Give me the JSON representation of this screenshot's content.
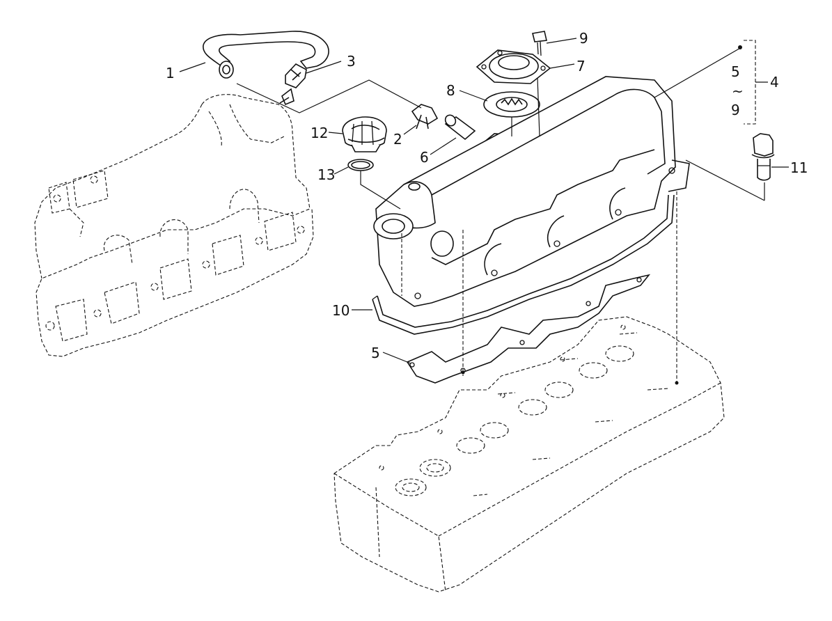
{
  "diagram": {
    "callouts": {
      "c1": "1",
      "c2": "2",
      "c3": "3",
      "c4": "4",
      "c5_group_top": "5",
      "c5_group_tilde": "~",
      "c9_group_bottom": "9",
      "c5": "5",
      "c6": "6",
      "c7": "7",
      "c8": "8",
      "c9": "9",
      "c10": "10",
      "c11": "11",
      "c12": "12",
      "c13": "13"
    }
  }
}
